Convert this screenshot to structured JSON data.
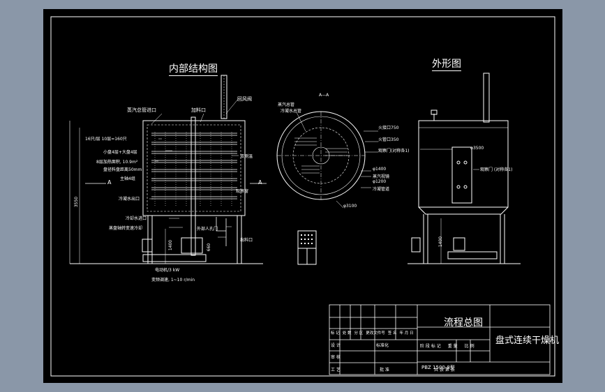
{
  "drawing": {
    "view_internal_title": "内部结构图",
    "view_external_title": "外形图",
    "labels_internal": {
      "steam_inlet": "蒸汽总管进口",
      "feed_inlet": "加料口",
      "exhaust": "回风阀",
      "layers": "16只/层  10层=160只",
      "small_plate": "小盘4层+大盘4层",
      "heating_area": "8层加热面积, 10.9m²",
      "drive_detail": "盘径料盘距离50mm",
      "main_shaft": "主轴4组",
      "cold_water": "冷凝水出口",
      "spiral_out": "冷却水进口",
      "wheel": "蒸盘轴转变速冷却",
      "outer_door": "外部人孔门",
      "thermometer": "双测温",
      "discharge": "出料口",
      "motor": "电动机/3  kW",
      "speed": "变频调速, 1~10  r/min",
      "dim_1400": "1400",
      "dim_right": "660",
      "dim_overall": "3550",
      "ref_a": "A",
      "ref_a2": "A",
      "inspection": "观察窗"
    },
    "labels_plan": {
      "top_note": "A—A",
      "l1": "蒸汽总管",
      "l2": "冷凝水总管",
      "r1": "火接口750",
      "r2": "火管口350",
      "r3": "观察门(对称各1)",
      "r4": "φ1400",
      "r5": "蒸汽视镜",
      "r6": "φ1200",
      "r7": "冷凝管道",
      "b1": "φ3100"
    },
    "labels_external": {
      "dim_top": "φ3500",
      "door": "观察门 (对称各1)",
      "dim_1400": "1400"
    }
  },
  "title_block": {
    "drawing_name": "流程总图",
    "product_name": "盘式连续干燥机",
    "model": "PBZ  1500-8型",
    "row_headers": [
      "标 记",
      "处 数",
      "分 区",
      "更改文件号",
      "签 名",
      "年 月 日"
    ],
    "roles": [
      "设 计",
      "审 核",
      "工 艺"
    ],
    "std": "标准化",
    "approve": "批 准",
    "stage_headers": [
      "阶 段 标 记",
      "重 量",
      "比 例"
    ],
    "sheet": "共 张 第 张"
  }
}
